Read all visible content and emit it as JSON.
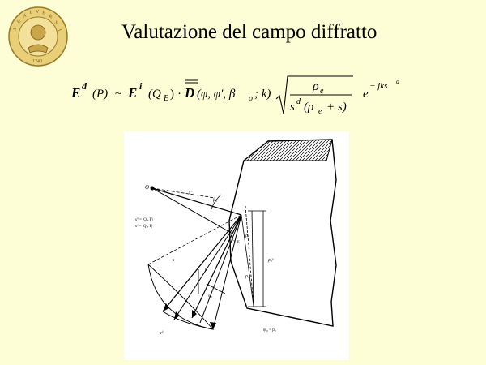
{
  "slide": {
    "title": "Valutazione del campo diffratto"
  },
  "seal": {
    "text": "UNIVERSITAS STUDIORUM SENENSIS 1240"
  },
  "formula": {
    "lhs_field": "E",
    "lhs_sup": "d",
    "lhs_arg": "(P)",
    "approx": "~",
    "inc_field": "E",
    "inc_sup": "i",
    "inc_arg": "(Q",
    "inc_sub": "E",
    "inc_close": ")",
    "dot": "·",
    "dyad": "D",
    "dyad_args": "(φ, φ′, β",
    "dyad_sub": "o",
    "dyad_tail": "; k)",
    "num_rho": "ρ",
    "num_sub": "e",
    "den_s": "s",
    "den_sup": "d",
    "den_rest": "(ρ",
    "den_sub": "e",
    "den_plus": "+ s)",
    "exp_base": "e",
    "exp_power": "− jks",
    "exp_power_sup": "d"
  },
  "figure": {
    "labels": {
      "origin": "O",
      "qe": "Q",
      "qe_sub": "E",
      "beta": "β₀",
      "s_prime": "s′",
      "s_d": "s",
      "rho": "ρ",
      "rho_r": "ρᵣ",
      "rho_e": "ρ₁ᵉ",
      "rho_2": "ρ₂ᵉ",
      "def1": "s′ⁱ = |Q′ₑ P′|",
      "def2": "sᵈ = |Qᵈₑ P|",
      "bottom_eq": "ψ′₀ = β₀",
      "theta": "θ",
      "sd_bottom": "sᵈ",
      "psi": "ψ₀"
    }
  }
}
